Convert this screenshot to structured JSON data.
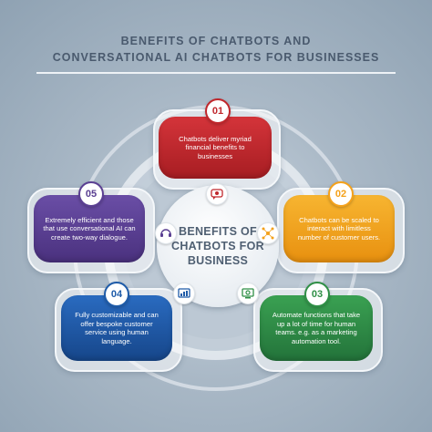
{
  "title": {
    "line1": "BENEFITS OF CHATBOTS AND",
    "line2": "CONVERSATIONAL AI CHATBOTS FOR BUSINESSES"
  },
  "center": {
    "text": "BENEFITS OF CHATBOTS FOR BUSINESS"
  },
  "colors": {
    "red": "#c0262b",
    "orange": "#f4a11a",
    "green": "#2f8f46",
    "blue": "#1e5ba8",
    "purple": "#5a3f92"
  },
  "benefits": [
    {
      "number": "01",
      "text": "Chatbots deliver myriad financial benefits to businesses",
      "icon": "money-chat-icon"
    },
    {
      "number": "02",
      "text": "Chatbots can be scaled to interact with limitless number of customer users.",
      "icon": "network-nodes-icon"
    },
    {
      "number": "03",
      "text": "Automate functions that take up a lot of time for human teams. e.g. as a marketing automation tool.",
      "icon": "gear-screen-icon"
    },
    {
      "number": "04",
      "text": "Fully customizable and can offer bespoke customer service using human language.",
      "icon": "chart-screen-icon"
    },
    {
      "number": "05",
      "text": "Extremely efficient and those that use conversational AI can create two-way dialogue.",
      "icon": "headset-agent-icon"
    }
  ]
}
